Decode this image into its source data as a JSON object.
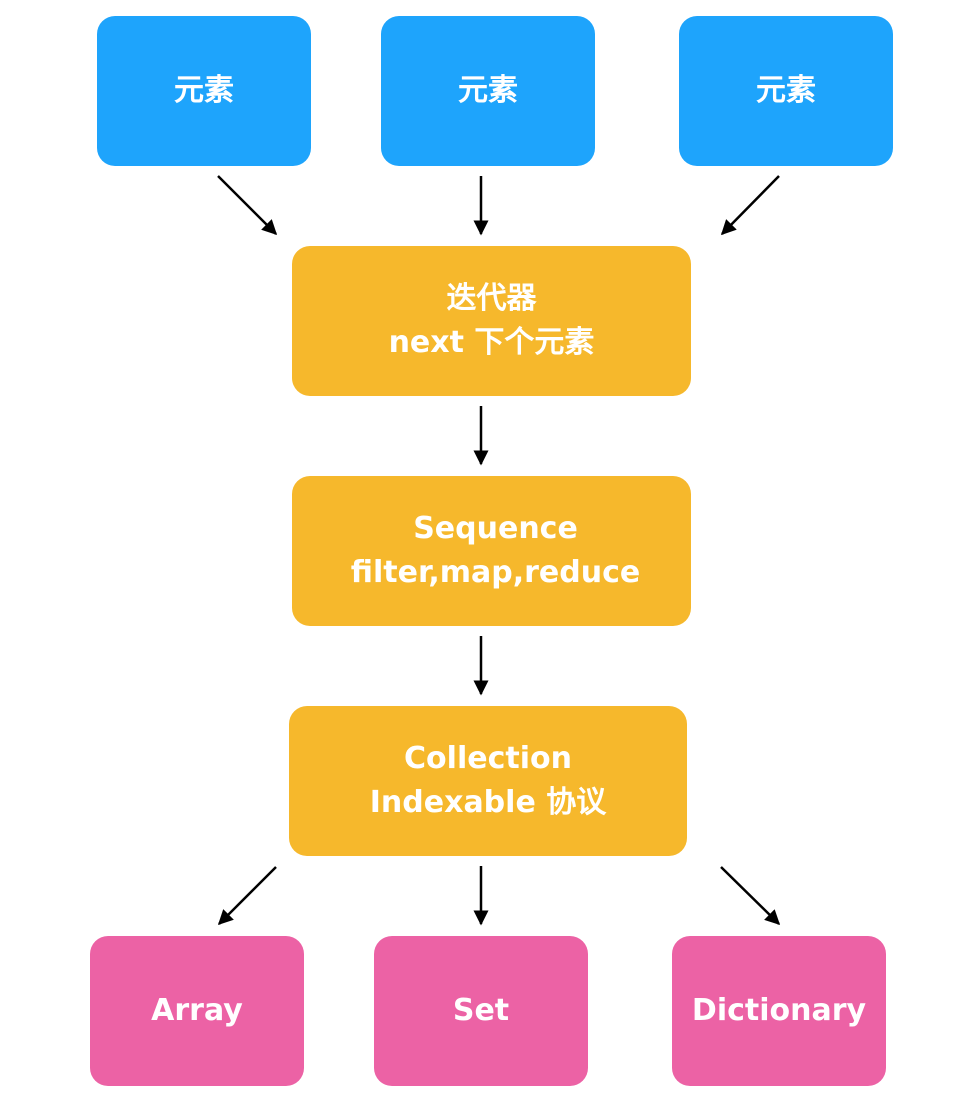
{
  "top_nodes": [
    {
      "label": "元素"
    },
    {
      "label": "元素"
    },
    {
      "label": "元素"
    }
  ],
  "iterator": {
    "line1": "迭代器",
    "line2": "next 下个元素"
  },
  "sequence": {
    "line1": "Sequence",
    "line2": "filter,map,reduce"
  },
  "collection": {
    "line1": "Collection",
    "line2": "Indexable 协议"
  },
  "bottom_nodes": [
    {
      "label": "Array"
    },
    {
      "label": "Set"
    },
    {
      "label": "Dictionary"
    }
  ],
  "colors": {
    "element": "#1ea4fc",
    "protocol": "#f6b82c",
    "collection_type": "#ec62a5",
    "arrow": "#000000",
    "text": "#ffffff"
  }
}
